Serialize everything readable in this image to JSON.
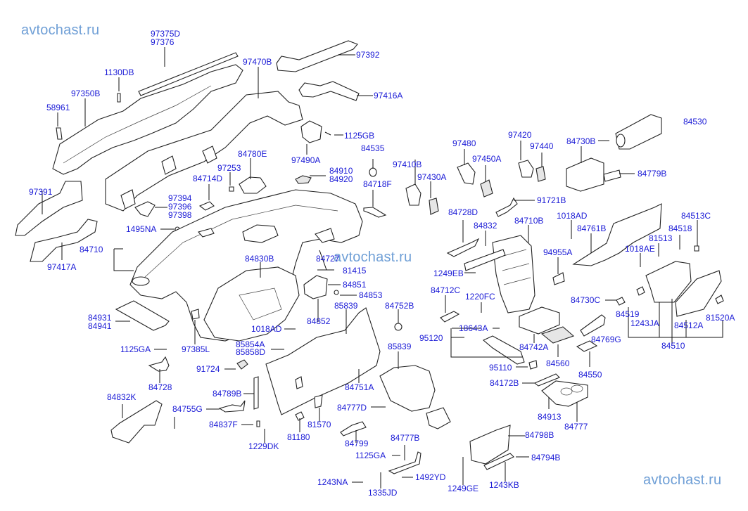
{
  "watermark": "avtochast.ru",
  "diagram": {
    "type": "exploded-parts-diagram",
    "subject": "Instrument panel (dashboard) assembly",
    "labels": {
      "p97375D": "97375D",
      "p97376": "97376",
      "p1130DB": "1130DB",
      "p97350B": "97350B",
      "p58961": "58961",
      "p97470B": "97470B",
      "p97392": "97392",
      "p97416A": "97416A",
      "p1125GB": "1125GB",
      "p97490A": "97490A",
      "p84780E": "84780E",
      "p97253": "97253",
      "p84714D": "84714D",
      "p84535": "84535",
      "p84910": "84910",
      "p84920": "84920",
      "p84718F": "84718F",
      "p97480": "97480",
      "p97450A": "97450A",
      "p97410B": "97410B",
      "p97430A": "97430A",
      "p97420": "97420",
      "p97440": "97440",
      "p84730B": "84730B",
      "p84530": "84530",
      "p84779B": "84779B",
      "p91721B": "91721B",
      "p97391": "97391",
      "p97394": "97394",
      "p97396": "97396",
      "p97398": "97398",
      "p1495NA": "1495NA",
      "p84710": "84710",
      "p97417A": "97417A",
      "p84830B": "84830B",
      "p84727": "84727",
      "p81415": "81415",
      "p84851": "84851",
      "p84853": "84853",
      "p84852": "84852",
      "p85839a": "85839",
      "p84752B": "84752B",
      "p85839b": "85839",
      "p84728D": "84728D",
      "p84832": "84832",
      "p84710B": "84710B",
      "p1018AD_r": "1018AD",
      "p84761B": "84761B",
      "p84513C": "84513C",
      "p84518": "84518",
      "p81513": "81513",
      "p94955A": "94955A",
      "p1018AE": "1018AE",
      "p1249EB": "1249EB",
      "p84712C": "84712C",
      "p1220FC": "1220FC",
      "p84730C": "84730C",
      "p84519": "84519",
      "p1243JA": "1243JA",
      "p84512A": "84512A",
      "p81520A": "81520A",
      "p84510": "84510",
      "p18643A": "18643A",
      "p95120": "95120",
      "p84742A": "84742A",
      "p84769G": "84769G",
      "p84560": "84560",
      "p84550": "84550",
      "p95110": "95110",
      "p84172B": "84172B",
      "p84913": "84913",
      "p84777": "84777",
      "p84931": "84931",
      "p84941": "84941",
      "p97385L": "97385L",
      "p1018AD_l": "1018AD",
      "p85854A": "85854A",
      "p85858D": "85858D",
      "p1125GA_l": "1125GA",
      "p84728": "84728",
      "p91724": "91724",
      "p84751A": "84751A",
      "p84789B": "84789B",
      "p84832K": "84832K",
      "p84755G": "84755G",
      "p84777D": "84777D",
      "p84837F": "84837F",
      "p81180": "81180",
      "p81570": "81570",
      "p84799": "84799",
      "p1229DK": "1229DK",
      "p84777B": "84777B",
      "p84798B": "84798B",
      "p1125GA_b": "1125GA",
      "p84794B": "84794B",
      "p1243NA": "1243NA",
      "p1492YD": "1492YD",
      "p1335JD": "1335JD",
      "p1249GE": "1249GE",
      "p1243KB": "1243KB"
    }
  }
}
